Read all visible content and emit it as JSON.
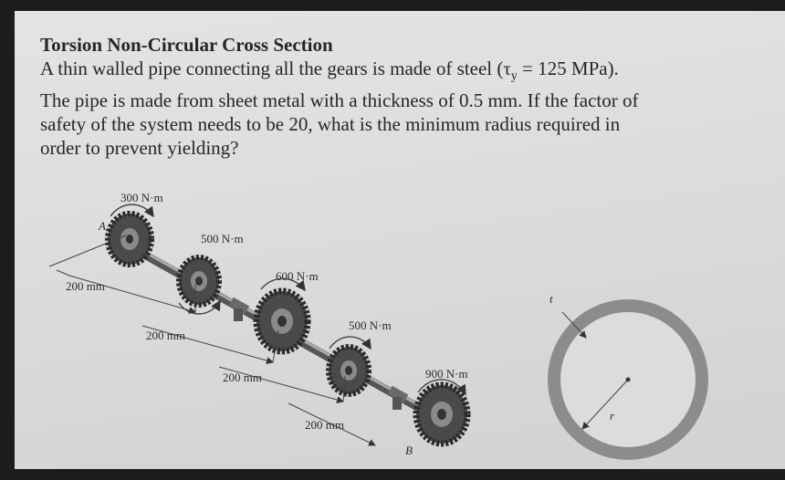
{
  "problem": {
    "title": "Torsion Non-Circular Cross Section",
    "line1": "A thin walled pipe connecting all the gears is made of steel (τ",
    "line1_sub": "y",
    "line1_end": " = 125 MPa).",
    "line2": "The pipe is made from sheet metal with a thickness of 0.5 mm. If the factor of",
    "line3": "safety of the system needs to be 20, what is the minimum radius required in",
    "line4": "order to prevent yielding?"
  },
  "figure": {
    "torques": [
      "300 N·m",
      "500 N·m",
      "600 N·m",
      "500 N·m",
      "900 N·m"
    ],
    "spacings": [
      "200 mm",
      "200 mm",
      "200 mm",
      "200 mm"
    ],
    "point_a": "A",
    "point_b": "B",
    "thickness_label": "t",
    "radius_label": "r"
  }
}
